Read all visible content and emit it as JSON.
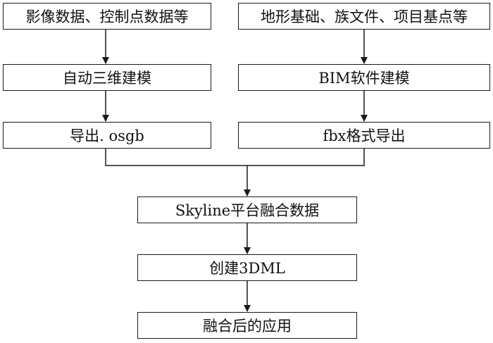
{
  "diagram": {
    "left_column": {
      "step1": "影像数据、控制点数据等",
      "step2": "自动三维建模",
      "step3": "导出. osgb"
    },
    "right_column": {
      "step1": "地形基础、族文件、项目基点等",
      "step2": "BIM软件建模",
      "step3": "fbx格式导出"
    },
    "merged": {
      "step1": "Skyline平台融合数据",
      "step2": "创建3DML",
      "step3": "融合后的应用"
    }
  }
}
